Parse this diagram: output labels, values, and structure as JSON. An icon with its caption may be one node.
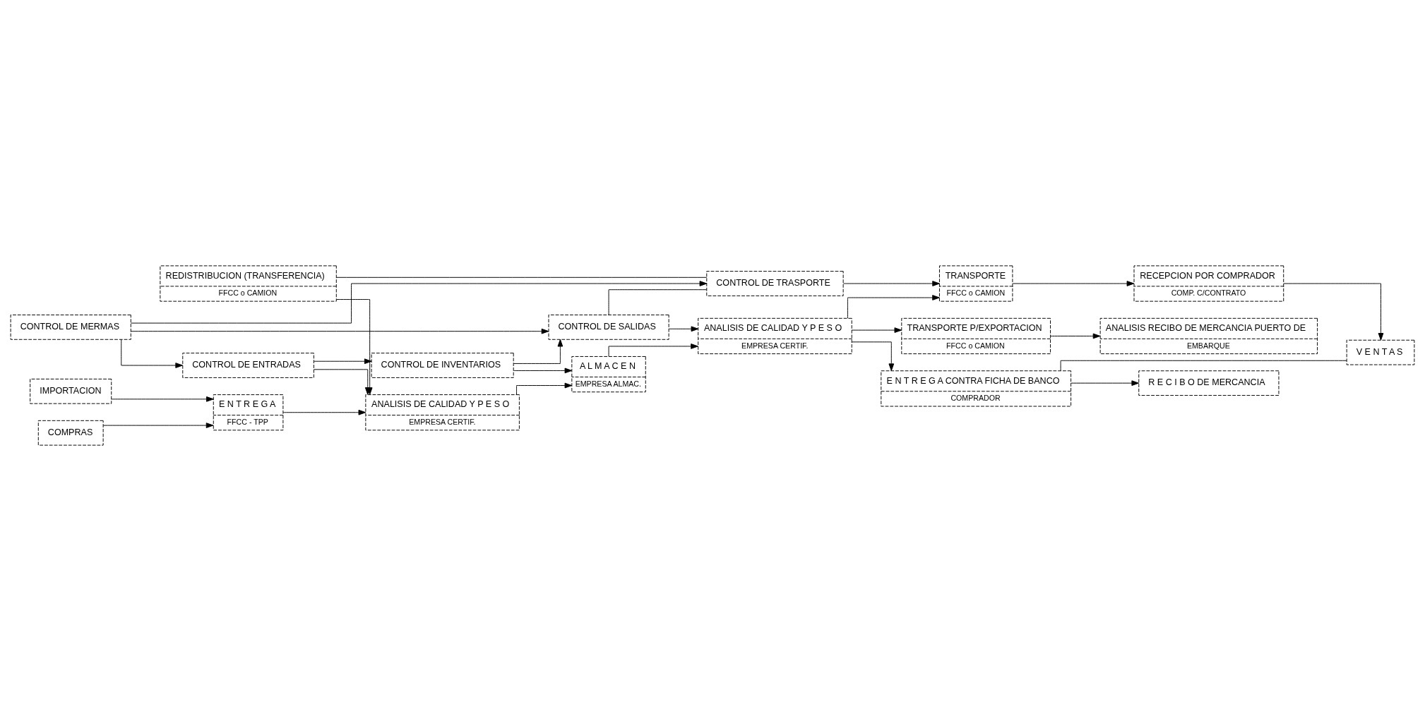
{
  "diagram": {
    "nodes": [
      {
        "text": [
          "IMPORTACION"
        ]
      },
      {
        "text": [
          "REDISTRIBUCION (TRANSFERENCIA)",
          "FFCC o CAMION"
        ]
      },
      {
        "text": [
          "TRANSPORTE P/EXPORTACION",
          "FFCC o CAMION"
        ]
      },
      {
        "text": [
          "ANALISIS RECIBO DE MERCANCIA PUERTO DE",
          "EMBARQUE"
        ]
      },
      {
        "text": [
          "E N T R E G A",
          "FFCC - TPP"
        ]
      },
      {
        "text": [
          "ANALISIS DE CALIDAD Y P E S O",
          "EMPRESA CERTIF."
        ]
      },
      {
        "text": [
          "A L M A C E N",
          "EMPRESA ALMAC."
        ]
      },
      {
        "text": [
          "ANALISIS DE CALIDAD Y P E S O",
          "EMPRESA CERTIF."
        ]
      },
      {
        "text": [
          "E N T R E G A CONTRA FICHA DE BANCO",
          "COMPRADOR"
        ]
      },
      {
        "text": [
          "R E C I B O DE MERCANCIA"
        ]
      },
      {
        "text": [
          "TRANSPORTE",
          "FFCC o CAMION"
        ]
      },
      {
        "text": [
          "RECEPCION POR COMPRADOR",
          "COMP. C/CONTRATO"
        ]
      },
      {
        "text": [
          "COMPRAS"
        ]
      },
      {
        "text": [
          "CONTROL DE ENTRADAS"
        ]
      },
      {
        "text": [
          "CONTROL DE INVENTARIOS"
        ]
      },
      {
        "text": [
          "CONTROL DE SALIDAS"
        ]
      },
      {
        "text": [
          "CONTROL DE TRASPORTE"
        ]
      },
      {
        "text": [
          "V E N T A S"
        ]
      },
      {
        "text": [
          "CONTROL DE MERMAS"
        ]
      }
    ],
    "edges": [
      {
        "from": 0,
        "to": 4,
        "arrow": "to"
      },
      {
        "from": 4,
        "to": 5,
        "arrow": "to"
      },
      {
        "from": 5,
        "to": 6,
        "arrow": "to"
      },
      {
        "from": 6,
        "to": 7,
        "arrow": "to"
      },
      {
        "from": 1,
        "to": 5,
        "arrow": "to"
      },
      {
        "from": 1,
        "to": 16,
        "arrow": "none"
      },
      {
        "from": 7,
        "to": 2,
        "arrow": "to"
      },
      {
        "from": 7,
        "to": 8,
        "arrow": "to"
      },
      {
        "from": 7,
        "to": 10,
        "arrow": "to"
      },
      {
        "from": 16,
        "to": 10,
        "arrow": "to"
      },
      {
        "from": 2,
        "to": 3,
        "arrow": "to"
      },
      {
        "from": 8,
        "to": 9,
        "arrow": "to"
      },
      {
        "from": 10,
        "to": 11,
        "arrow": "to"
      },
      {
        "from": 8,
        "to": 17,
        "arrow": "none"
      },
      {
        "from": 11,
        "to": 17,
        "arrow": "to"
      },
      {
        "from": 12,
        "to": 4,
        "arrow": "to"
      },
      {
        "from": 13,
        "to": 5,
        "arrow": "to"
      },
      {
        "from": 14,
        "to": 6,
        "arrow": "to"
      },
      {
        "from": 15,
        "to": 7,
        "arrow": "to"
      },
      {
        "from": 13,
        "to": 14,
        "arrow": "to"
      },
      {
        "from": 14,
        "to": 15,
        "arrow": "to"
      },
      {
        "from": 15,
        "to": 16,
        "arrow": "none"
      },
      {
        "from": 18,
        "to": 13,
        "arrow": "to"
      },
      {
        "from": 18,
        "to": 15,
        "arrow": "to"
      },
      {
        "from": 18,
        "to": 16,
        "arrow": "to"
      }
    ]
  }
}
